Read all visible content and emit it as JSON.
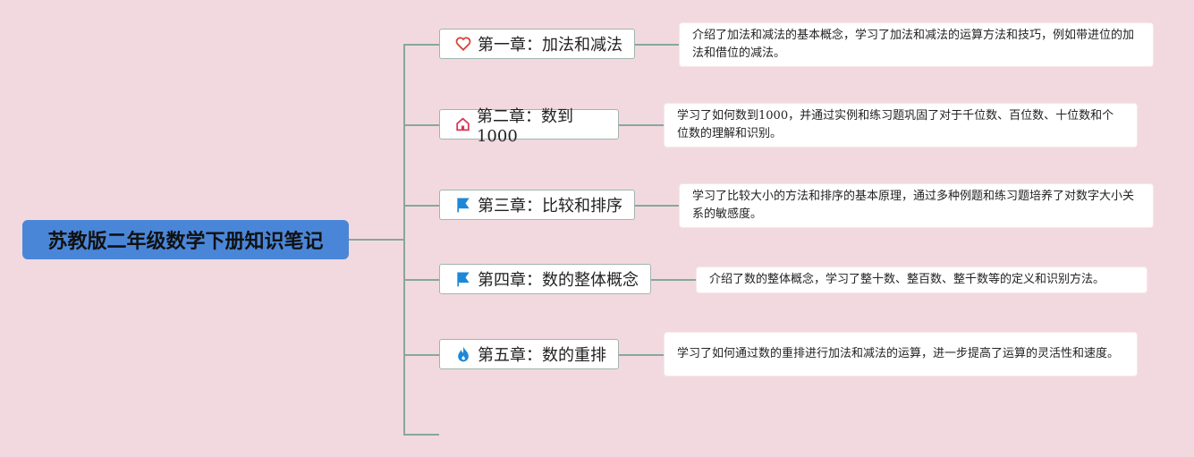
{
  "root": {
    "title": "苏教版二年级数学下册知识笔记"
  },
  "chapters": [
    {
      "title": "第一章：加法和减法",
      "icon": "heart-icon",
      "desc": "介绍了加法和减法的基本概念，学习了加法和减法的运算方法和技巧，例如带进位的加法和借位的减法。"
    },
    {
      "title": "第二章：数到1000",
      "icon": "home-icon",
      "desc": "学习了如何数到1000，并通过实例和练习题巩固了对于千位数、百位数、十位数和个位数的理解和识别。"
    },
    {
      "title": "第三章：比较和排序",
      "icon": "flag-icon",
      "desc": "学习了比较大小的方法和排序的基本原理，通过多种例题和练习题培养了对数字大小关系的敏感度。"
    },
    {
      "title": "第四章：数的整体概念",
      "icon": "flag-icon",
      "desc": "介绍了数的整体概念，学习了整十数、整百数、整千数等的定义和识别方法。"
    },
    {
      "title": "第五章：数的重排",
      "icon": "fire-icon",
      "desc": "学习了如何通过数的重排进行加法和减法的运算，进一步提高了运算的灵活性和速度。"
    }
  ]
}
